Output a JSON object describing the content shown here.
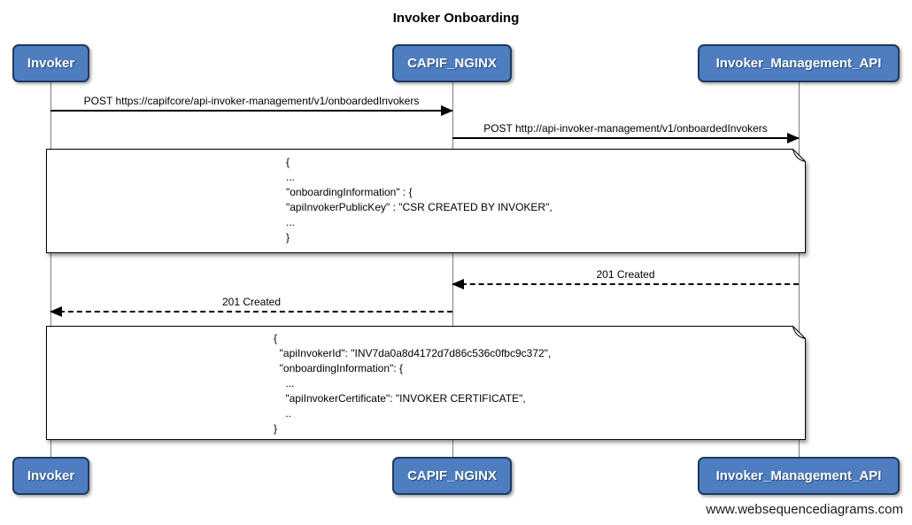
{
  "title": "Invoker Onboarding",
  "watermark": "www.websequencediagrams.com",
  "actors": {
    "invoker": "Invoker",
    "capif_nginx": "CAPIF_NGINX",
    "invoker_management_api": "Invoker_Management_API"
  },
  "messages": [
    {
      "from": "Invoker",
      "to": "CAPIF_NGINX",
      "line": "solid",
      "label": "POST https://capifcore/api-invoker-management/v1/onboardedInvokers"
    },
    {
      "from": "CAPIF_NGINX",
      "to": "Invoker_Management_API",
      "line": "solid",
      "label": "POST http://api-invoker-management/v1/onboardedInvokers"
    },
    {
      "from": "Invoker_Management_API",
      "to": "CAPIF_NGINX",
      "line": "dashed",
      "label": "201 Created"
    },
    {
      "from": "CAPIF_NGINX",
      "to": "Invoker",
      "line": "dashed",
      "label": "201 Created"
    }
  ],
  "notes": [
    {
      "lines": [
        "{",
        "...",
        "\"onboardingInformation\" : {",
        "\"apiInvokerPublicKey\" : \"CSR CREATED BY INVOKER\",",
        "...",
        "}"
      ]
    },
    {
      "lines": [
        "{",
        "  \"apiInvokerId\": \"INV7da0a8d4172d7d86c536c0fbc9c372\",",
        "  \"onboardingInformation\": {",
        "    ...",
        "    \"apiInvokerCertificate\": \"INVOKER CERTIFICATE\",",
        "    ..",
        "}"
      ]
    }
  ],
  "colors": {
    "actor_fill": "#4e7ec0",
    "actor_border": "#1f3a5f",
    "actor_text": "#ffffff",
    "lifeline": "#808080",
    "arrow": "#000000",
    "note_bg": "#ffffff"
  }
}
